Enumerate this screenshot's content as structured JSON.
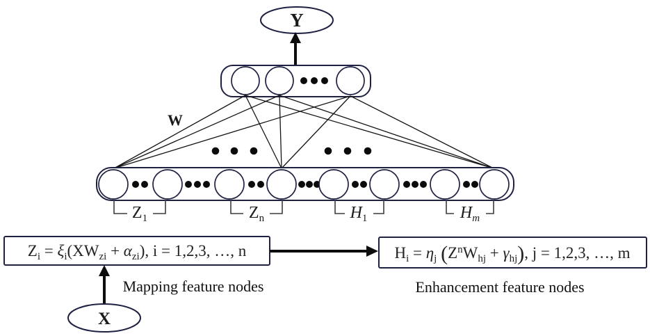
{
  "title": "Broad learning system network structure diagram",
  "colors": {
    "background": "#ffffff",
    "ink": "#111111",
    "shape_stroke": "#1f2142"
  },
  "nodes": {
    "output_label": "Y",
    "input_label": "X",
    "weight_label": "W"
  },
  "captions": {
    "mapping": "Mapping feature nodes",
    "enhancement": "Enhancement feature nodes"
  },
  "formulas": {
    "mapping": [
      {
        "t": "Z"
      },
      {
        "t": "i",
        "sub": true
      },
      {
        "t": " = "
      },
      {
        "t": "ξ",
        "i": true
      },
      {
        "t": "i",
        "sub": true
      },
      {
        "t": "(XW"
      },
      {
        "t": "zi",
        "sub": true
      },
      {
        "t": " + "
      },
      {
        "t": "α",
        "i": true
      },
      {
        "t": "zi",
        "sub": true
      },
      {
        "t": "), i = 1,2,3, …, n"
      }
    ],
    "enhancement": [
      {
        "t": "H"
      },
      {
        "t": "i",
        "sub": true
      },
      {
        "t": " = "
      },
      {
        "t": "η",
        "i": true
      },
      {
        "t": "j",
        "sub": true
      },
      {
        "t": " "
      },
      {
        "t": "(",
        "big": true
      },
      {
        "t": "Z"
      },
      {
        "t": "n",
        "sup": true
      },
      {
        "t": "W"
      },
      {
        "t": "hj",
        "sub": true
      },
      {
        "t": " + "
      },
      {
        "t": "γ",
        "i": true
      },
      {
        "t": "hj",
        "sub": true
      },
      {
        "t": ")",
        "big": true
      },
      {
        "t": ", j = 1,2,3, …, m"
      }
    ],
    "group_z1": [
      {
        "t": "Z"
      },
      {
        "t": "1",
        "sub": true
      }
    ],
    "group_zn": [
      {
        "t": "Z"
      },
      {
        "t": "n",
        "sub": true
      }
    ],
    "group_h1": [
      {
        "t": "H",
        "i": true
      },
      {
        "t": "1",
        "sub": true
      }
    ],
    "group_hm": [
      {
        "t": "H",
        "i": true
      },
      {
        "t": "m",
        "sub": true,
        "i": true
      }
    ]
  },
  "structure": {
    "top_layer": {
      "visible_circles": 3,
      "ellipsis_groups": 1
    },
    "middle_ellipsis_groups": 2,
    "bottom_layer": {
      "visible_circles": 8,
      "ellipsis_groups": 7,
      "groups": [
        "Z1",
        "Zn",
        "H1",
        "Hm"
      ]
    },
    "connections": "fully connected from mapped/enhancement feature groups to output layer via weights W"
  }
}
